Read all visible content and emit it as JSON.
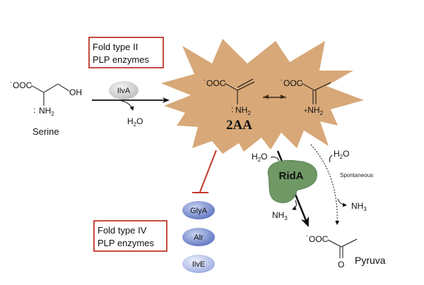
{
  "colors": {
    "starburst": "#d8a878",
    "box_border": "#c0392b",
    "inhibit_line": "#c0392b",
    "ilva_ellipse": "#d9d9d9",
    "blue_ellipse": "#7f95d0",
    "blue_ellipse_light": "#b9c6ea",
    "rida_fill": "#6f9865"
  },
  "boxes": {
    "fold_type_II": {
      "line1": "Fold type II",
      "line2": "PLP enzymes"
    },
    "fold_type_IV": {
      "line1": "Fold type IV",
      "line2": "PLP enzymes"
    }
  },
  "serine": {
    "carboxylate": "OOC",
    "charge": "-",
    "hydroxyl": "OH",
    "lone_pair": ":",
    "amine": "NH",
    "amine_sub": "2",
    "name": "Serine"
  },
  "ilva": {
    "label": "IlvA",
    "byproduct": "H",
    "byproduct_sub": "2",
    "byproduct_end": "O"
  },
  "two_aa": {
    "carboxylate": "OOC",
    "charge": "-",
    "lone_pair": ":",
    "amine": "NH",
    "amine_sub": "2",
    "name": "2AA"
  },
  "imine": {
    "carboxylate": "OOC",
    "charge": "-",
    "plus": "+",
    "amine": "NH",
    "amine_sub": "2"
  },
  "rida": {
    "label": "RidA",
    "water": "H",
    "water_sub": "2",
    "water_end": "O",
    "ammonia": "NH",
    "ammonia_sub": "3"
  },
  "spontaneous": {
    "label": "Spontaneous",
    "water": "H",
    "water_sub": "2",
    "water_end": "O",
    "ammonia": "NH",
    "ammonia_sub": "3"
  },
  "pyruvate": {
    "carboxylate": "OOC",
    "charge": "-",
    "oxygen": "O",
    "name": "Pyruva"
  },
  "fold_IV_enzymes": [
    {
      "label": "GlyA"
    },
    {
      "label": "Alr"
    },
    {
      "label": "IlvE"
    }
  ]
}
